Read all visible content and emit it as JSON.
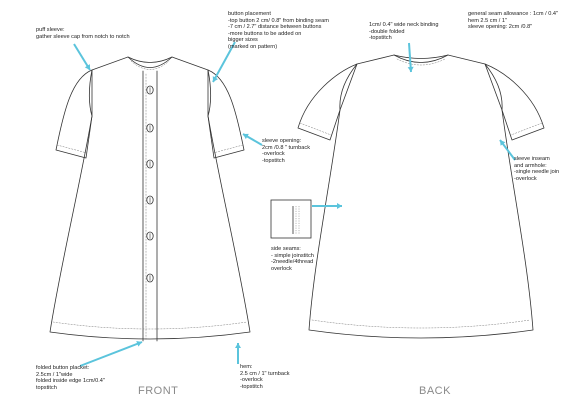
{
  "colors": {
    "outline": "#333333",
    "stitch": "#777777",
    "arrow": "#5bc4dc",
    "label_gray": "#8a8a8a"
  },
  "views": {
    "front": "FRONT",
    "back": "BACK"
  },
  "notes": {
    "puff_sleeve": "puff sleeve:\ngather sleeve cap from notch to notch",
    "button_placement": "button placement\n-top button 2 cm/ 0.8\" from binding seam\n-7 cm / 2.7\" distance between buttons\n-more buttons to be added on\nbigger sizes\n(marked on pattern)",
    "neck_binding": "1cm/ 0.4\" wide neck binding\n-double folded\n-topstitch",
    "seam_allowance": "general seam allowance : 1cm / 0.4\"\nhem 2.5 cm / 1\"\nsleeve opening: 2cm /0.8\"",
    "sleeve_opening": "sleeve opening:\n2cm /0.8 \" turnback\n-overlock\n-topstitch",
    "sleeve_inseam": "sleeve inseam\nand armhole:\n-single needle join\n-overlock",
    "side_seams": "side seams:\n- simple joinstitch\n-2needle/4thread\noverlock",
    "button_placket": "folded button placket:\n2.5cm / 1\"wide\nfolded inside edge 1cm/0.4\"\ntopstitch",
    "hem": "hem:\n2.5 cm / 1\" turnback\n-overlock\n-topstitch"
  }
}
